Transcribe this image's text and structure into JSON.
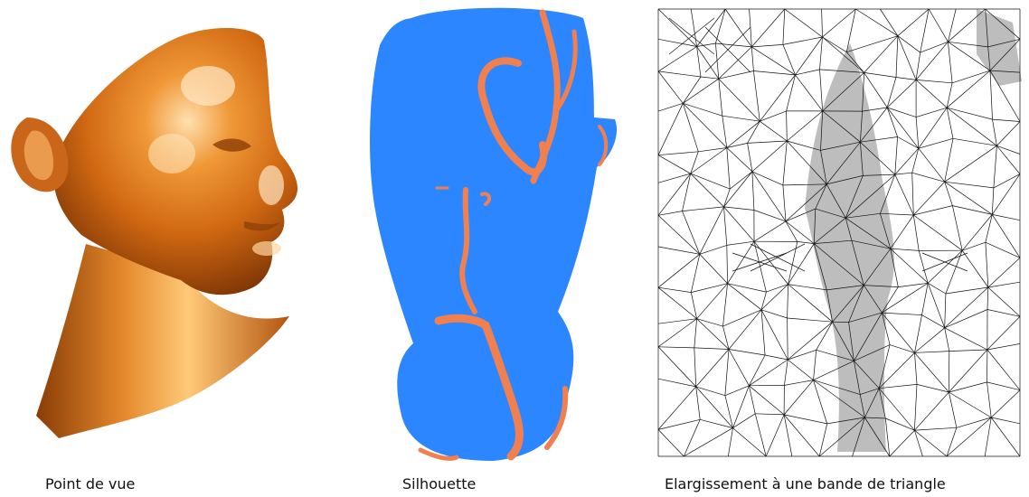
{
  "captions": {
    "viewpoint": "Point de vue",
    "silhouette": "Silhouette",
    "band": "Elargissement à une bande de triangle"
  },
  "colors": {
    "bronze_light": "#ffd9a0",
    "bronze_mid": "#e07a18",
    "bronze_dark": "#7a3305",
    "silhouette_blue": "#2b86ff",
    "silhouette_orange": "#f08050",
    "mesh_line": "#111111",
    "band_fill": "#bdbdbd"
  }
}
